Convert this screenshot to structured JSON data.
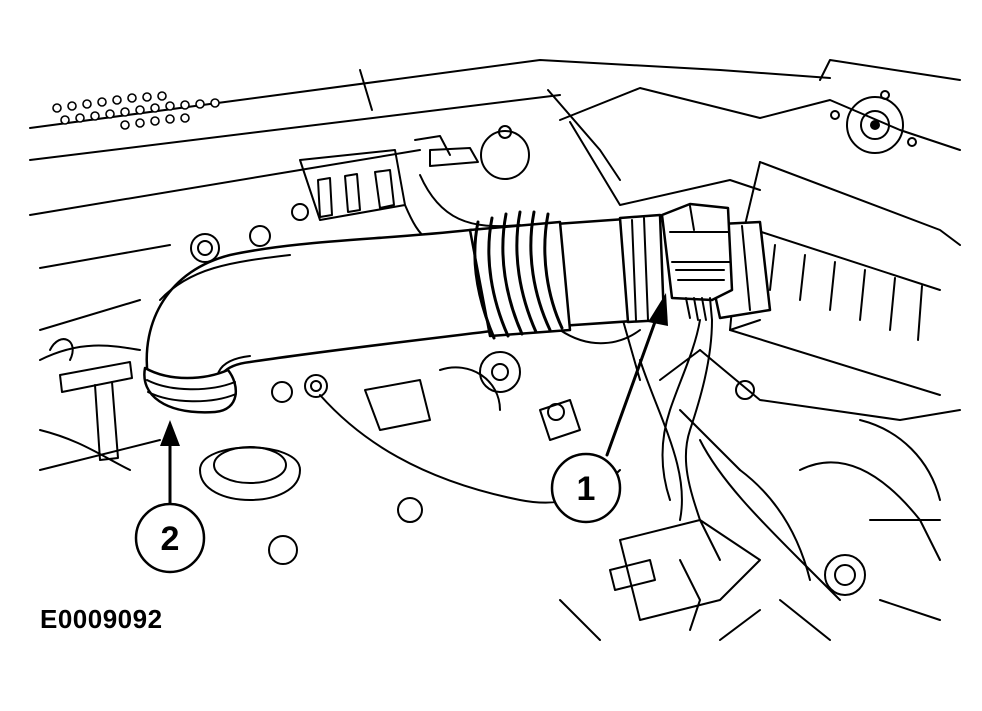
{
  "figure": {
    "id_label": "E0009092",
    "callouts": [
      {
        "number": "1",
        "target": "mass-air-flow-sensor-connector"
      },
      {
        "number": "2",
        "target": "air-intake-hose-clamp"
      }
    ]
  },
  "colors": {
    "line": "#000000",
    "background": "#ffffff"
  }
}
